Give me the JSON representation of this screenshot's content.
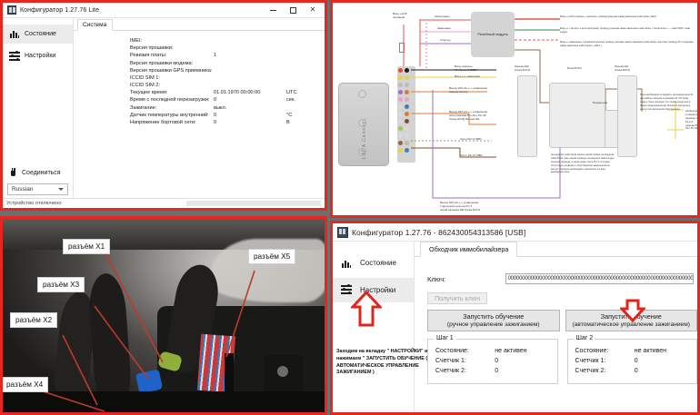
{
  "top_left_window": {
    "title": "Конфигуратор 1.27.76 Lite",
    "window_controls": {
      "minimize": "—",
      "maximize": "▢",
      "close": "✕"
    },
    "sidebar": {
      "items": [
        {
          "label": "Состояние",
          "icon": "bar-chart-icon",
          "selected": true
        },
        {
          "label": "Настройки",
          "icon": "sliders-icon",
          "selected": false
        }
      ],
      "connect_label": "Соединиться",
      "connect_icon": "plug-icon",
      "language_value": "Russian"
    },
    "tab": "Система",
    "status_rows": [
      {
        "label": "IMEI:",
        "value": "",
        "unit": ""
      },
      {
        "label": "Версия прошивки:",
        "value": "",
        "unit": ""
      },
      {
        "label": "Ревизия платы:",
        "value": "1",
        "unit": ""
      },
      {
        "label": "Версия прошивки модема:",
        "value": "",
        "unit": ""
      },
      {
        "label": "Версия прошивки GPS приемника:",
        "value": "",
        "unit": ""
      },
      {
        "label": "ICCID SIM 1:",
        "value": "",
        "unit": ""
      },
      {
        "label": "ICCID SIM 2:",
        "value": "",
        "unit": ""
      },
      {
        "label": "Текущее время:",
        "value": "01.01.1970 00:00:00",
        "unit": "UTC"
      },
      {
        "label": "Время с последней перезагрузки:",
        "value": "0",
        "unit": "сек."
      },
      {
        "label": "Зажигание:",
        "value": "выкл.",
        "unit": ""
      },
      {
        "label": "Датчик температуры внутренний:",
        "value": "0",
        "unit": "°C"
      },
      {
        "label": "Напряжение бортовой сети:",
        "value": "0",
        "unit": "В"
      }
    ],
    "statusbar": "Устройство отключено"
  },
  "bottom_right_window": {
    "title": "Конфигуратор 1.27.76 - 862430054313586 [USB]",
    "sidebar": {
      "items": [
        {
          "label": "Состояние",
          "icon": "bar-chart-icon",
          "selected": false
        },
        {
          "label": "Настройки",
          "icon": "sliders-icon",
          "selected": true
        }
      ]
    },
    "tab": "Обходчик иммобилайзера",
    "key_label": "Ключ:",
    "key_value": "000000000000000000000000000000000000000000000000000000000000000000000",
    "get_key_button": "Получить ключ",
    "learn_manual": {
      "main": "Запустить обучение",
      "sub": "(ручное управление зажиганием)"
    },
    "learn_auto": {
      "main": "Запустить обучение",
      "sub": "(автоматическое управление зажиганием)"
    },
    "steps": [
      {
        "title": "Шаг 1",
        "rows": [
          {
            "k": "Состояние:",
            "v": "не активен"
          },
          {
            "k": "Счетчик 1:",
            "v": "0"
          },
          {
            "k": "Счетчик 2:",
            "v": "0"
          }
        ]
      },
      {
        "title": "Шаг 2",
        "rows": [
          {
            "k": "Состояние:",
            "v": "не активен"
          },
          {
            "k": "Счетчик 1:",
            "v": "0"
          },
          {
            "k": "Счетчик 2:",
            "v": "0"
          }
        ]
      }
    ],
    "annotation": "Заходим на вкладку \" НАСТРОЙКИ\" и нажимаем \" ЗАПУСТИТЬ ОБУЧЕНИЕ ( АВТОМАТИЧЕСКОЕ УПРАВЛЕНИЕ ЗАЖИГАНИЕМ )",
    "arrow_color": "#e0241c"
  },
  "photo_panel": {
    "callouts": [
      {
        "label": "разъём X1"
      },
      {
        "label": "разъём X3"
      },
      {
        "label": "разъём X2"
      },
      {
        "label": "разъём X4"
      },
      {
        "label": "разъём X5"
      }
    ]
  },
  "diagram_panel": {
    "device_label": "LADA Connect",
    "relay_module_label": "Релейный модуль",
    "wire_labels": [
      "Вход +12 В\nосновной",
      "Аксессуары",
      "Зажигание",
      "Стартер",
      "Вход «массы»\n(Pin 5 или 6 OBD)",
      "Вход «+» зажигания",
      "Выход 200 мА «-» управление\nзамком капота",
      "Выход 200 мА «-» управление\nреле разрыва Pin 26 и Pin 28\nблока ЭСУД Разъем Ш1",
      "Can H Pin 6 OBD",
      "Can L Pin 14 OBD",
      "Выход 200 мА «-» управление\nстартерной цепи на Pin 3\nсерой разъема Ш2 блока БСУН",
      "Разъем Ш2\nблока БСУН",
      "Блок БСУН",
      "Разъем Ш1\nблока БСУН"
    ],
    "notes": [
      "Вход «+12 В питания» « красного» провода разъема замка зажигания Lada Vesta, XRAY",
      "Вход «+ стартер» к желтому/синему проводу разъема замка зажигания Lada Vesta,\n« Sonamente » — Lada XRAY, Lada Largus",
      "Вход «+ зажигание» к розовому/черному проводу разъема замка зажигания Lada Vesta\nи желтому проводу Pin 4 разъема замка зажигания Lada Largus « 2012 »",
      "Реле необходимо установить на разрыв реле К1 для работы запуска на режиме К2. Pin Lada\nLargus. Реле проходит со стороны водителя в блоке предохранителей. Влияет в\nконтрольку контур при включении ACC (деталь)",
      "На моделях Lada Vesta красно-синий провод,\nна моделях Lada XRAY сине-серый провода,\nна моделях Lada Largus зеленый провода,\nа также может быть Pin 3, 9 (схема отсутствует\nпроверьте сопротивление замеченной на контур стартера)\nнеобходимо подключить со всех выводимых реле",
      "Необходимо установить\nджемпер реле К3\nдля разрыва\nPin 26 и Pin 28",
      "Перемычка"
    ]
  }
}
